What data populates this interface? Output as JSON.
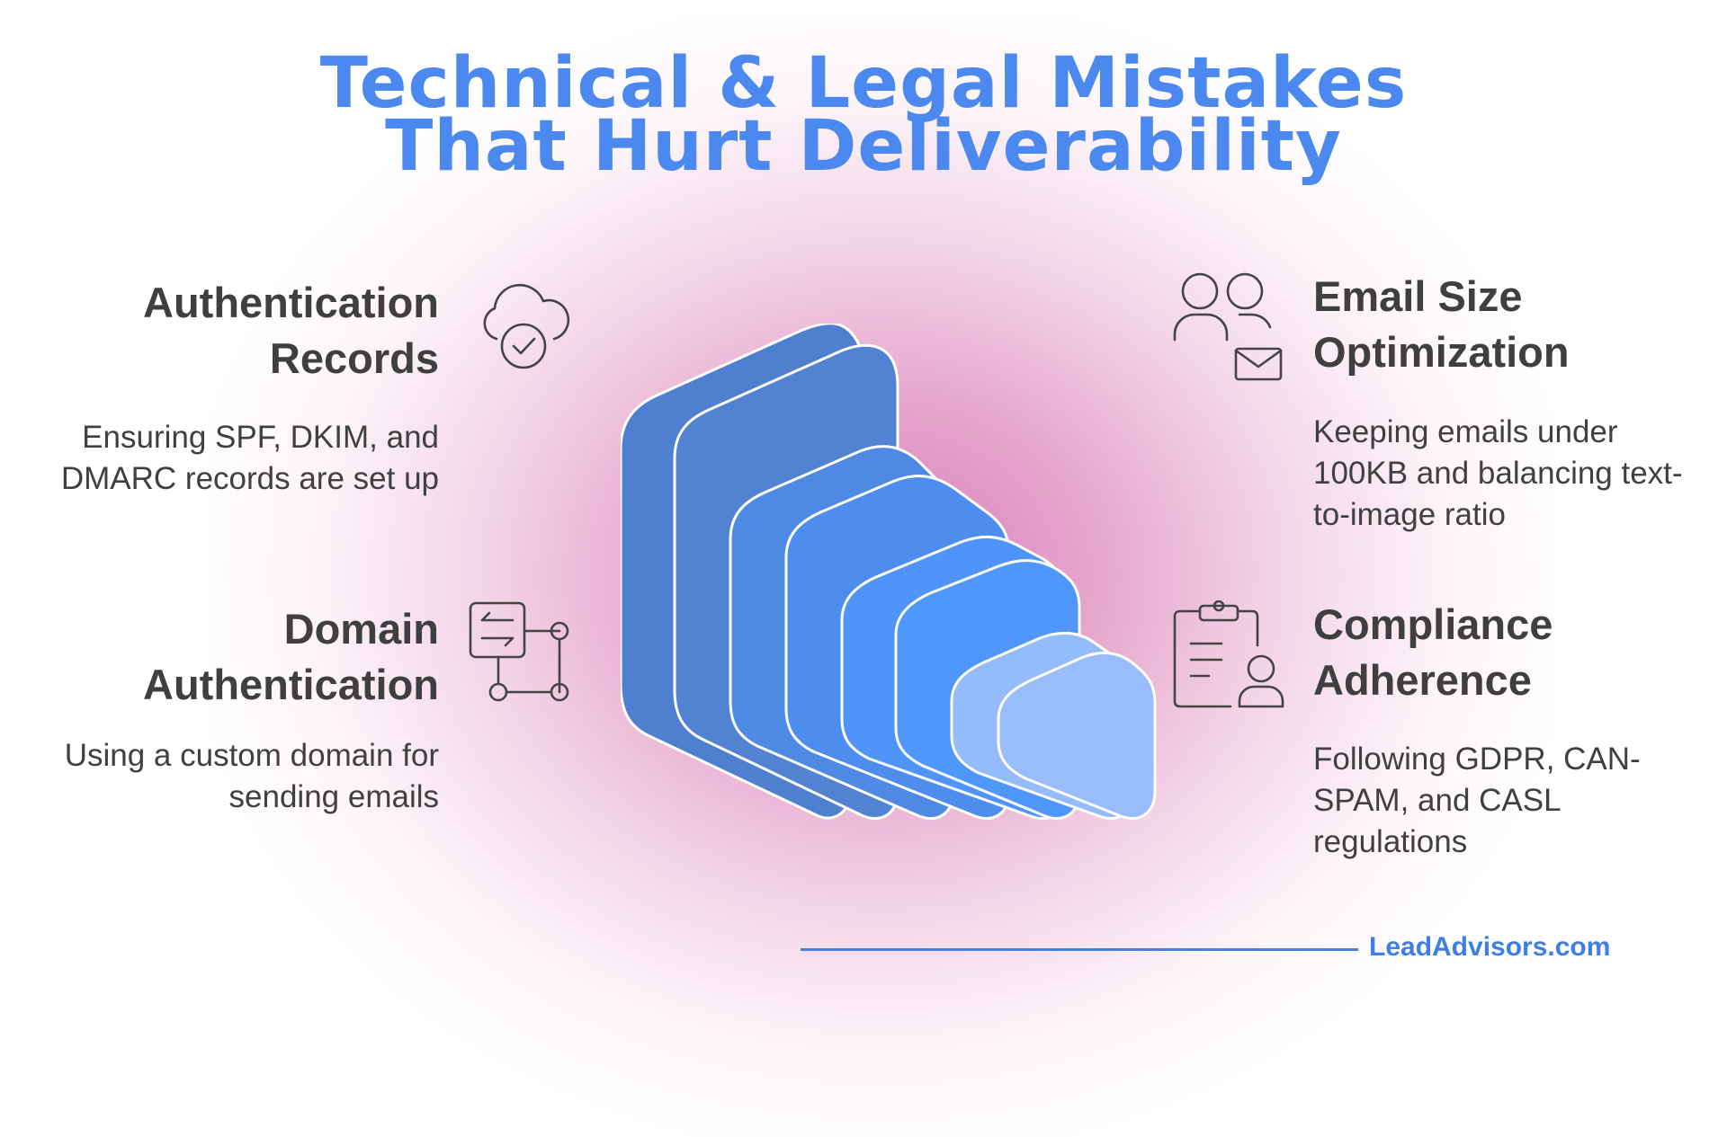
{
  "title": {
    "line1": "Technical & Legal Mistakes",
    "line2": "That Hurt Deliverability"
  },
  "items": [
    {
      "heading_line1": "Authentication",
      "heading_line2": "Records",
      "description": "Ensuring SPF, DKIM, and DMARC records are set up",
      "icon": "cloud-check-icon"
    },
    {
      "heading_line1": "Domain",
      "heading_line2": "Authentication",
      "description": "Using a custom domain for sending emails",
      "icon": "domain-connection-icon"
    },
    {
      "heading_line1": "Email Size",
      "heading_line2": "Optimization",
      "description": "Keeping emails under 100KB and balancing text-to-image ratio",
      "icon": "users-mail-icon"
    },
    {
      "heading_line1": "Compliance",
      "heading_line2": "Adherence",
      "description": "Following GDPR, CAN-SPAM, and CASL regulations",
      "icon": "clipboard-user-icon"
    }
  ],
  "colors": {
    "title": "#4b88f0",
    "glow": "#d876b4",
    "layers": [
      "#4f7fcf",
      "#5283d3",
      "#4e89e4",
      "#4c8ded",
      "#4f94f8",
      "#5097fb",
      "#94bbfb",
      "#98bcfc"
    ],
    "brand": "#3f7ee8"
  },
  "footer": {
    "brand": "LeadAdvisors.com"
  }
}
